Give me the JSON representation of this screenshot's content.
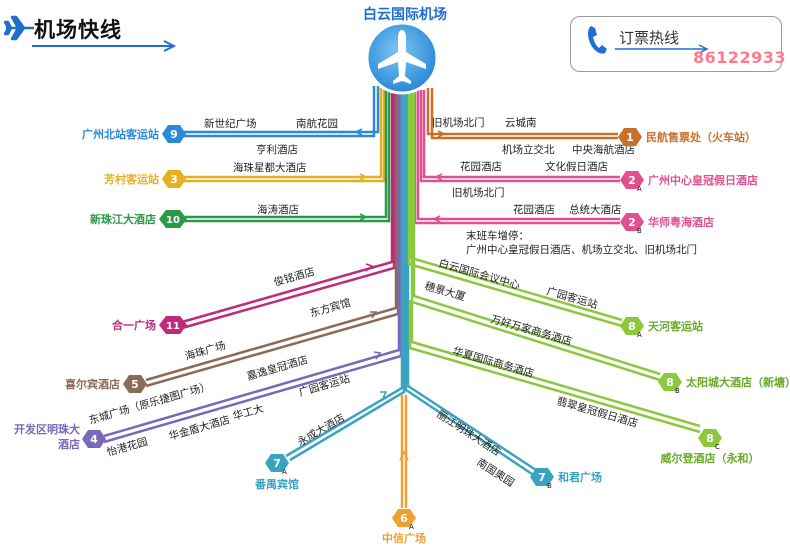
{
  "header": {
    "title": "机场快线",
    "airport": "白云国际机场"
  },
  "hotline": {
    "label": "订票热线",
    "number": "86122933"
  },
  "routes": [
    {
      "num": "1",
      "sub": "",
      "color": "#c8702a",
      "stop": "民航售票处（火车站）",
      "via": [
        "旧机场北门",
        "云城南",
        "机场立交北",
        "中央海航酒店"
      ]
    },
    {
      "num": "2",
      "sub": "A",
      "color": "#e0508f",
      "stop": "广州中心皇冠假日酒店",
      "via": [
        "花园酒店",
        "文化假日酒店",
        "旧机场北门"
      ]
    },
    {
      "num": "2",
      "sub": "B",
      "color": "#e0508f",
      "stop": "华师粤海酒店",
      "via": [
        "花园酒店",
        "总统大酒店"
      ]
    },
    {
      "num": "3",
      "sub": "",
      "color": "#e8b020",
      "stop": "芳村客运站",
      "via": [
        "海珠星都大酒店"
      ]
    },
    {
      "num": "4",
      "sub": "",
      "color": "#7a68b8",
      "stop": "开发区明珠大酒店",
      "via": [
        "东城广场（原乐捷图广场）",
        "嘉逸皇冠酒店",
        "广园客运站",
        "怡港花园",
        "华金盾大酒店",
        "华工大"
      ]
    },
    {
      "num": "5",
      "sub": "",
      "color": "#8c6a58",
      "stop": "喜尔宾酒店",
      "via": [
        "东方宾馆",
        "海珠广场"
      ]
    },
    {
      "num": "6",
      "sub": "A",
      "color": "#f0a030",
      "stop": "中信广场",
      "via": []
    },
    {
      "num": "7",
      "sub": "A",
      "color": "#3aa3c0",
      "stop": "番禺宾馆",
      "via": [
        "永成大酒店"
      ]
    },
    {
      "num": "7",
      "sub": "B",
      "color": "#3aa3c0",
      "stop": "和君广场",
      "via": [
        "丽江明珠大酒店",
        "南国奥园"
      ]
    },
    {
      "num": "8",
      "sub": "A",
      "color": "#8cc83c",
      "stop": "天河客运站",
      "via": [
        "白云国际会议中心",
        "穗景大厦",
        "广园客运站"
      ]
    },
    {
      "num": "8",
      "sub": "B",
      "color": "#8cc83c",
      "stop": "太阳城大酒店（新塘）",
      "via": [
        "万好万家商务酒店"
      ]
    },
    {
      "num": "8",
      "sub": "C",
      "color": "#8cc83c",
      "stop": "威尔登酒店（永和）",
      "via": [
        "华夏国际商务酒店",
        "翡翠皇冠假日酒店"
      ]
    },
    {
      "num": "9",
      "sub": "",
      "color": "#2a8ad8",
      "stop": "广州北站客运站",
      "via": [
        "新世纪广场",
        "南航花园",
        "亨利酒店"
      ]
    },
    {
      "num": "10",
      "sub": "",
      "color": "#2a9a4a",
      "stop": "新珠江大酒店",
      "via": [
        "海涛酒店"
      ]
    },
    {
      "num": "11",
      "sub": "",
      "color": "#c02a7a",
      "stop": "合一广场",
      "via": [
        "俊铭酒店"
      ]
    }
  ],
  "notes": {
    "last_bus": "末班车增停：",
    "last_bus_stops": "广州中心皇冠假日酒店、机场立交北、旧机场北门"
  },
  "icons": {
    "airplane": "airplane-icon",
    "phone": "phone-icon"
  },
  "colors": {
    "title_blue": "#1e6fd0",
    "hotline_number": "#ff7a8c",
    "circle": "#3b9ee0"
  }
}
